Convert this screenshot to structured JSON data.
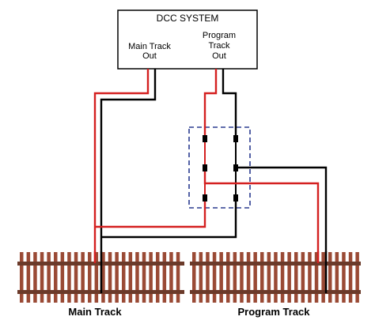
{
  "dcc_system": {
    "title": "DCC SYSTEM",
    "main_out_line1": "Main Track",
    "main_out_line2": "Out",
    "program_out_line1": "Program",
    "program_out_line2": "Track",
    "program_out_line3": "Out"
  },
  "tracks": {
    "main_label": "Main Track",
    "program_label": "Program Track"
  },
  "colors": {
    "wire_red": "#d42020",
    "wire_black": "#000000",
    "switch_outline": "#2a3b8f",
    "rail": "#6b3a2a",
    "tie": "#9a4a35",
    "box_border": "#000000"
  }
}
